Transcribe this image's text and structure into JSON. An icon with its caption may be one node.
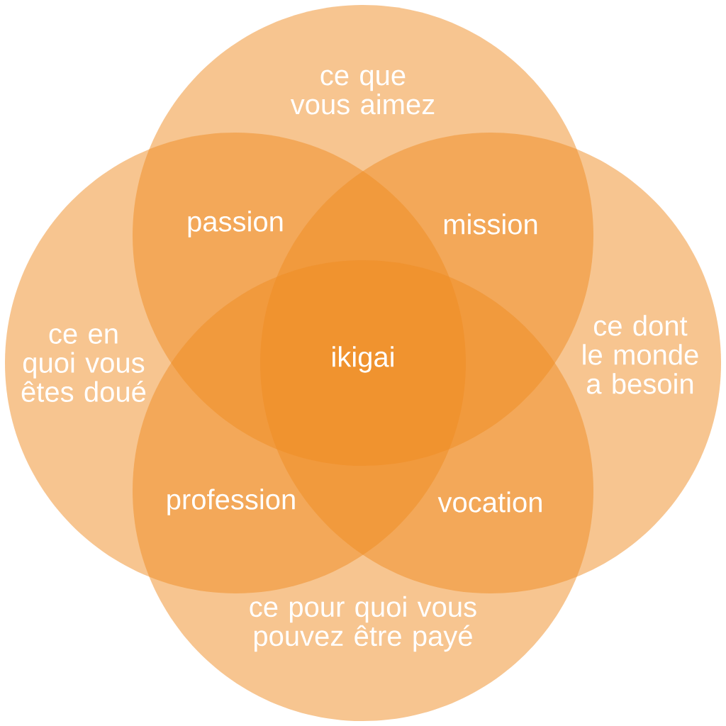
{
  "diagram": {
    "nodes": [
      {
        "text": [
          "ce que vous aimez"
        ]
      },
      {
        "text": [
          "ce en quoi vous êtes doué"
        ]
      },
      {
        "text": [
          "ce dont le monde a besoin"
        ]
      },
      {
        "text": [
          "ce pour quoi vous pouvez être payé"
        ]
      }
    ],
    "labels": [
      "passion",
      "mission",
      "ikigai",
      "profession",
      "vocation"
    ]
  }
}
